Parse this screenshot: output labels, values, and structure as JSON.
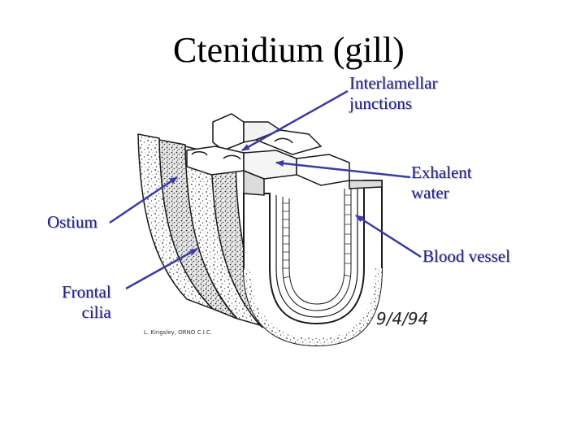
{
  "title": "Ctenidium (gill)",
  "labels": {
    "interlamellar_line1": "Interlamellar",
    "interlamellar_line2": "junctions",
    "exhalent_line1": "Exhalent",
    "exhalent_line2": "water",
    "ostium": "Ostium",
    "blood_vessel": "Blood vessel",
    "frontal_line1": "Frontal",
    "frontal_line2": "cilia"
  },
  "drawing": {
    "signature": "9/4/94",
    "credit": "L. Kingsley, ORNO C.I.C."
  },
  "colors": {
    "label_text": "#202080",
    "arrow": "#3a3aa8",
    "ink": "#1a1a1a"
  }
}
